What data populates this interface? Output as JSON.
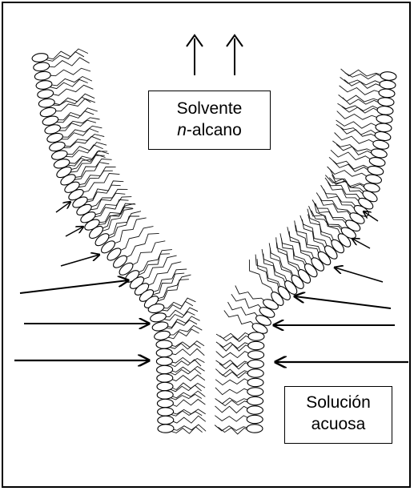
{
  "labels": {
    "solvent_line1": "Solvente",
    "solvent_prefix": "n",
    "solvent_suffix": "-alcano",
    "aqueous_line1": "Solución",
    "aqueous_line2": "acuosa"
  },
  "colors": {
    "stroke": "#000000",
    "background": "#ffffff"
  },
  "icons": [
    "up-arrow-icon",
    "pressure-arrow-icon"
  ]
}
